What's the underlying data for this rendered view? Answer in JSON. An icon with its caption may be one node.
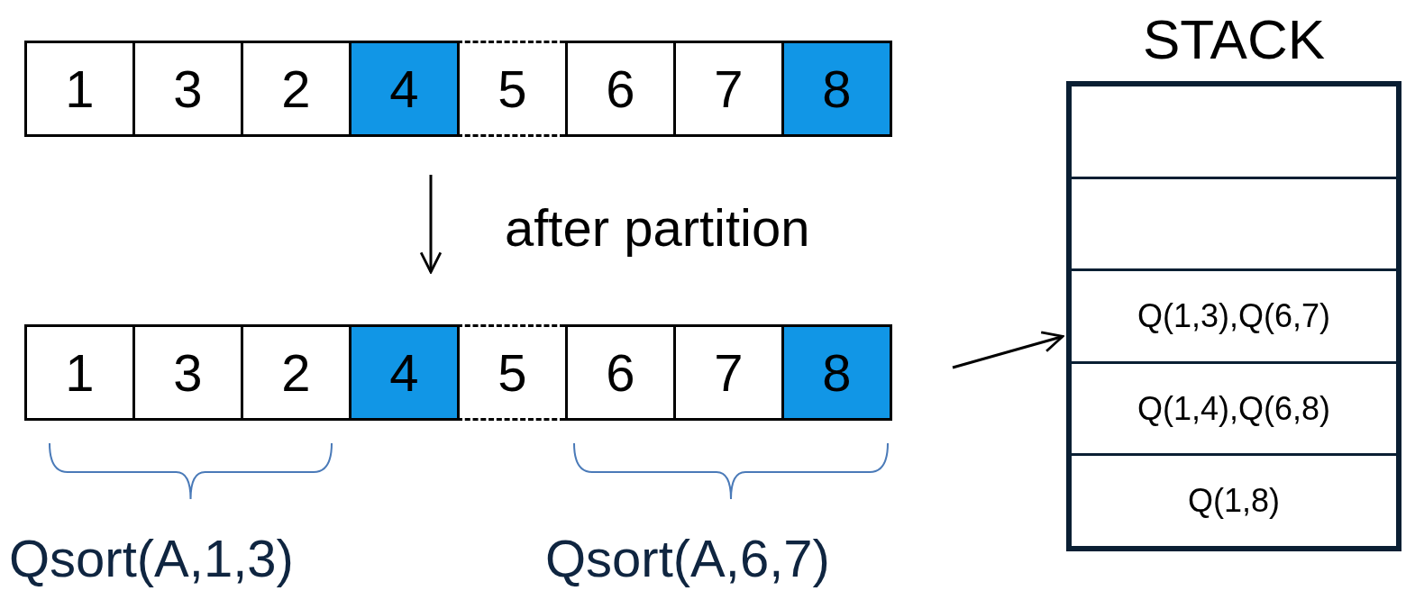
{
  "diagram": {
    "nodes": [
      {
        "text": [],
        "shape": "bar"
      },
      {
        "text": [
          "1"
        ],
        "in": 0
      },
      {
        "text": [
          "3"
        ],
        "in": 0
      },
      {
        "text": [
          "2"
        ],
        "in": 0
      },
      {
        "text": [
          "4"
        ],
        "in": 0
      },
      {
        "text": [
          "5"
        ],
        "in": 0
      },
      {
        "text": [
          "6"
        ],
        "in": 0
      },
      {
        "text": [
          "7"
        ],
        "in": 0
      },
      {
        "text": [
          "8"
        ],
        "in": 0
      },
      {
        "text": [],
        "shape": "bar"
      },
      {
        "text": [
          "1"
        ],
        "in": 9
      },
      {
        "text": [
          "3"
        ],
        "in": 9
      },
      {
        "text": [
          "2"
        ],
        "in": 9
      },
      {
        "text": [
          "4"
        ],
        "in": 9
      },
      {
        "text": [
          "5"
        ],
        "in": 9
      },
      {
        "text": [
          "6"
        ],
        "in": 9
      },
      {
        "text": [
          "7"
        ],
        "in": 9
      },
      {
        "text": [
          "8"
        ],
        "in": 9
      },
      {
        "text": [
          "STACK"
        ]
      },
      {
        "text": [],
        "shape": "box",
        "in": 18
      },
      {
        "text": [],
        "shape": "box",
        "in": 18
      },
      {
        "text": [
          "Q(1,3),Q(6,7)"
        ],
        "in": 18
      },
      {
        "text": [
          "Q(1,4),Q(6,8)"
        ],
        "in": 18
      },
      {
        "text": [
          "Q(1,8)"
        ],
        "in": 18
      }
    ],
    "edges": [
      {
        "from": 0,
        "to": 9,
        "arrow": "to",
        "label": "after partition"
      },
      {
        "from": null,
        "to": 21,
        "arrow": "to"
      }
    ],
    "labels": [
      "Qsort(A,1,3)",
      "Qsort(A,6,7)"
    ]
  }
}
